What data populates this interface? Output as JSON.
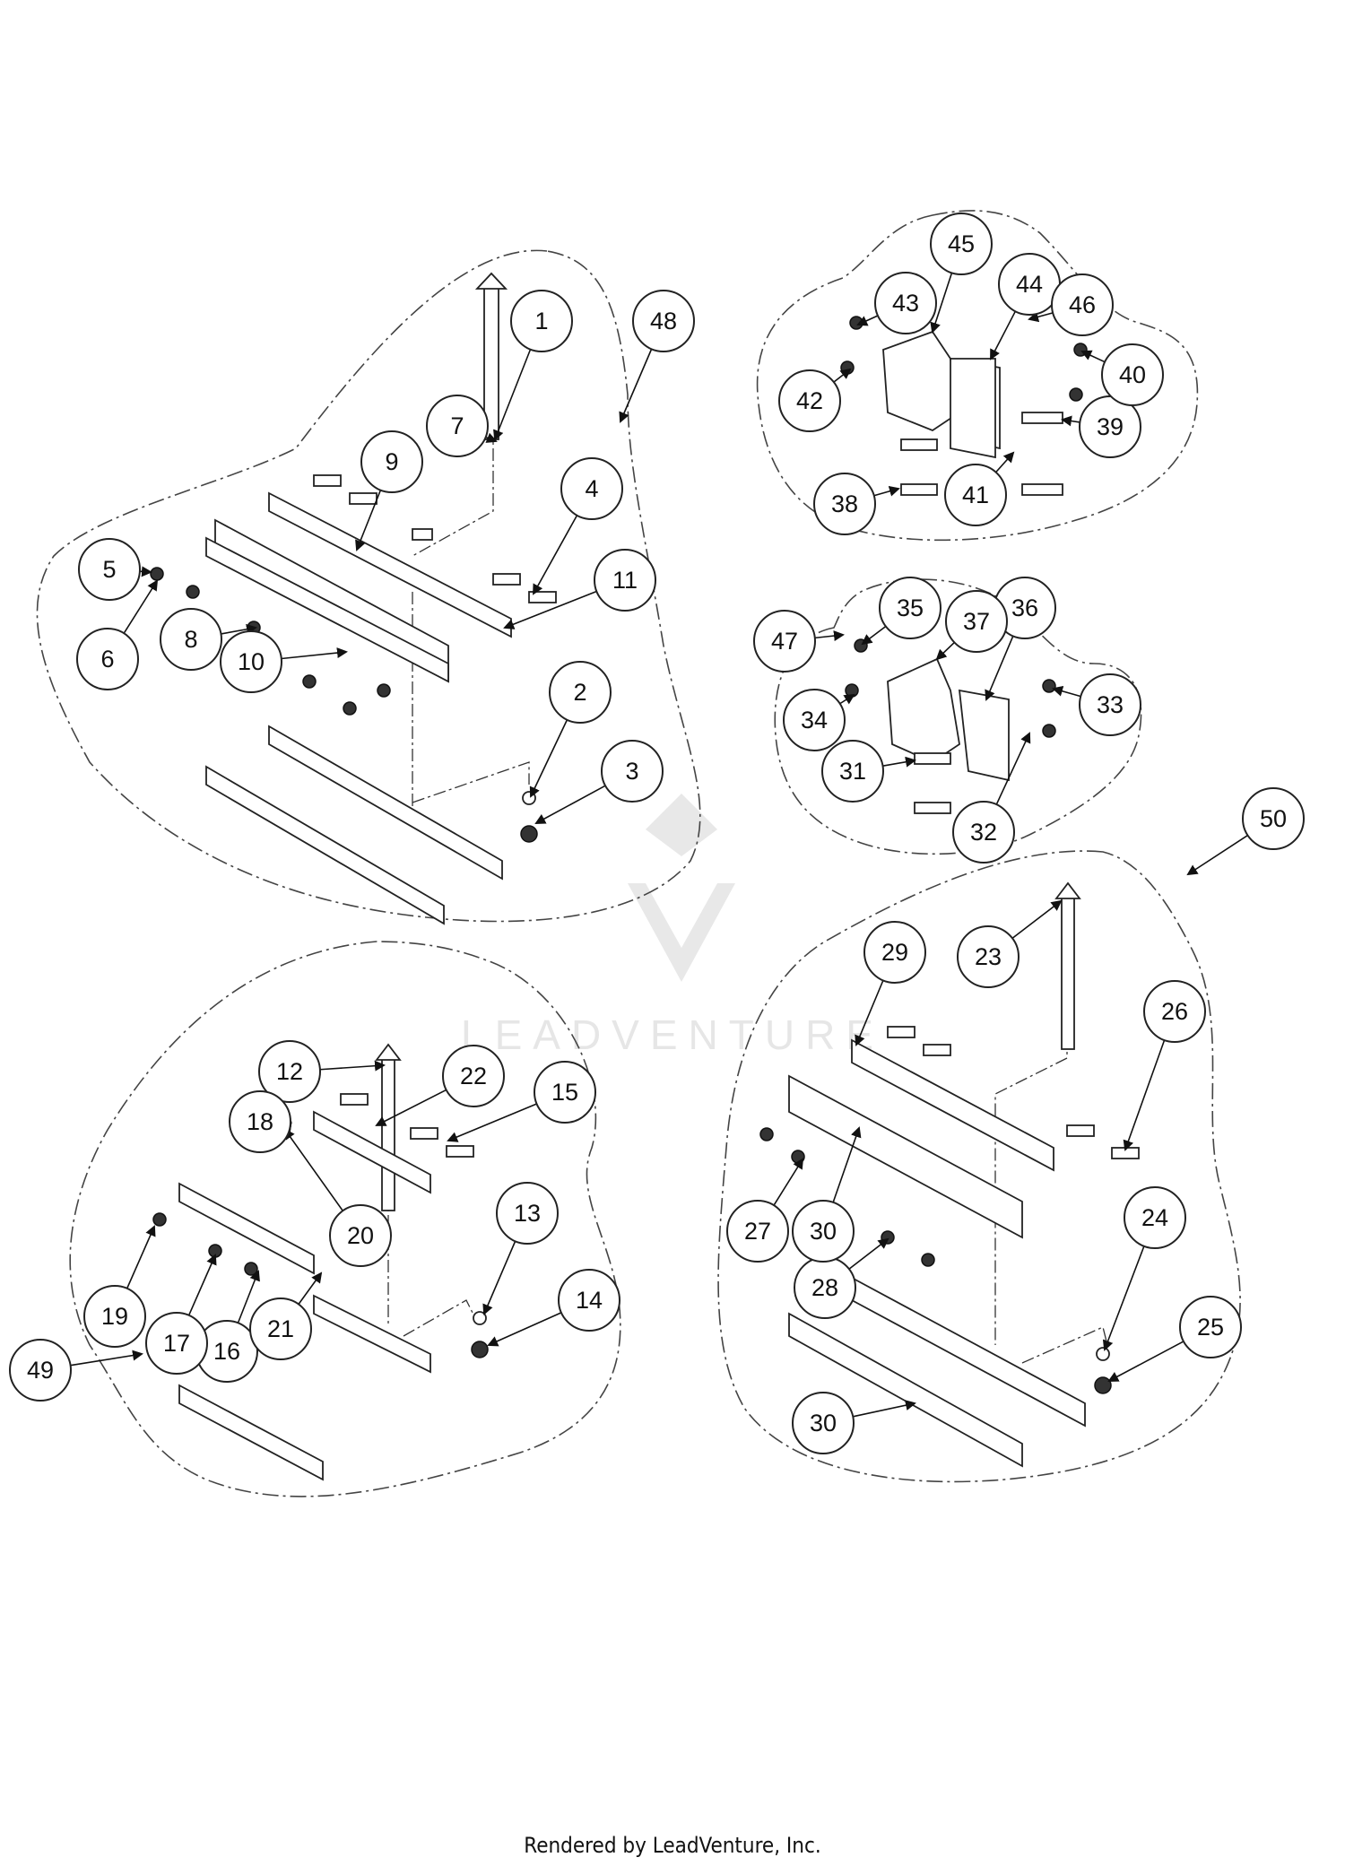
{
  "footer": "Rendered by LeadVenture, Inc.",
  "watermark": "LEADVENTURE",
  "callouts": [
    "1",
    "2",
    "3",
    "4",
    "5",
    "6",
    "7",
    "8",
    "9",
    "10",
    "11",
    "12",
    "13",
    "14",
    "15",
    "16",
    "17",
    "18",
    "19",
    "20",
    "21",
    "22",
    "23",
    "24",
    "25",
    "26",
    "27",
    "28",
    "29",
    "30",
    "31",
    "32",
    "33",
    "34",
    "35",
    "36",
    "37",
    "38",
    "39",
    "40",
    "41",
    "42",
    "43",
    "44",
    "45",
    "46",
    "47",
    "48",
    "49",
    "50"
  ]
}
